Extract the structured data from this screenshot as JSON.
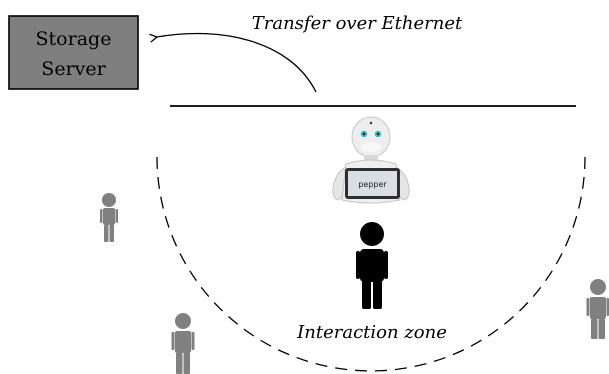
{
  "server": {
    "line1": "Storage",
    "line2": "Server"
  },
  "transfer_label": "Transfer over Ethernet",
  "zone_label": "Interaction zone",
  "robot": {
    "screen_text": "pepper"
  },
  "colors": {
    "server_fill": "#7f7f7f",
    "person_near": "#000000",
    "person_far": "#808080",
    "line": "#000000"
  }
}
